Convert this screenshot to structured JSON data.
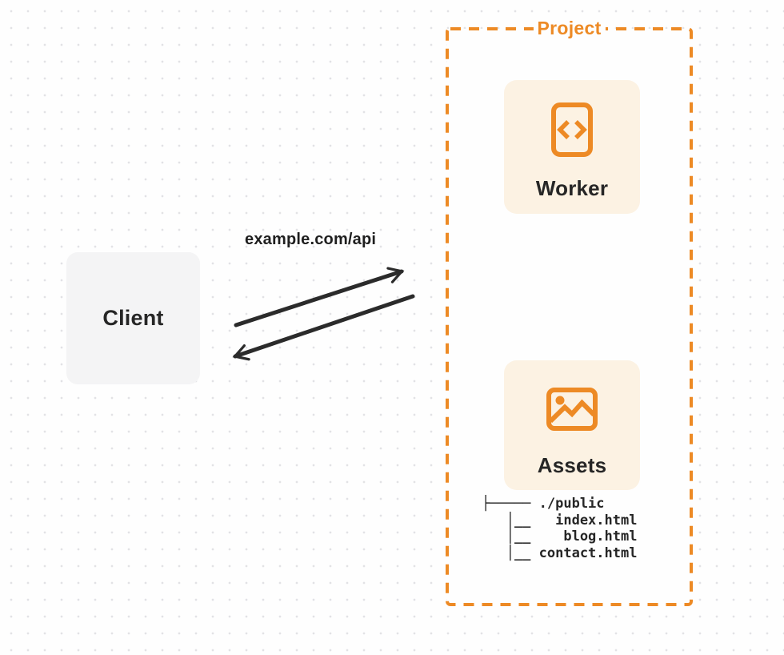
{
  "theme": {
    "accent_orange": "#ED8A25",
    "node_cream": "#FCF2E3",
    "client_gray": "#F4F4F5",
    "text_dark": "#262626",
    "arrow_dark": "#2B2B2B",
    "dot_gray": "#E2E2E5",
    "page_bg": "#FEFEFE"
  },
  "client": {
    "label": "Client"
  },
  "request": {
    "label": "example.com/api"
  },
  "project": {
    "label": "Project",
    "worker": {
      "label": "Worker",
      "icon": "code-file-icon"
    },
    "assets": {
      "label": "Assets",
      "icon": "image-icon"
    }
  },
  "file_tree": {
    "lines": [
      "├───── ./public",
      "   │__   index.html",
      "   │__    blog.html",
      "   │__ contact.html"
    ]
  }
}
